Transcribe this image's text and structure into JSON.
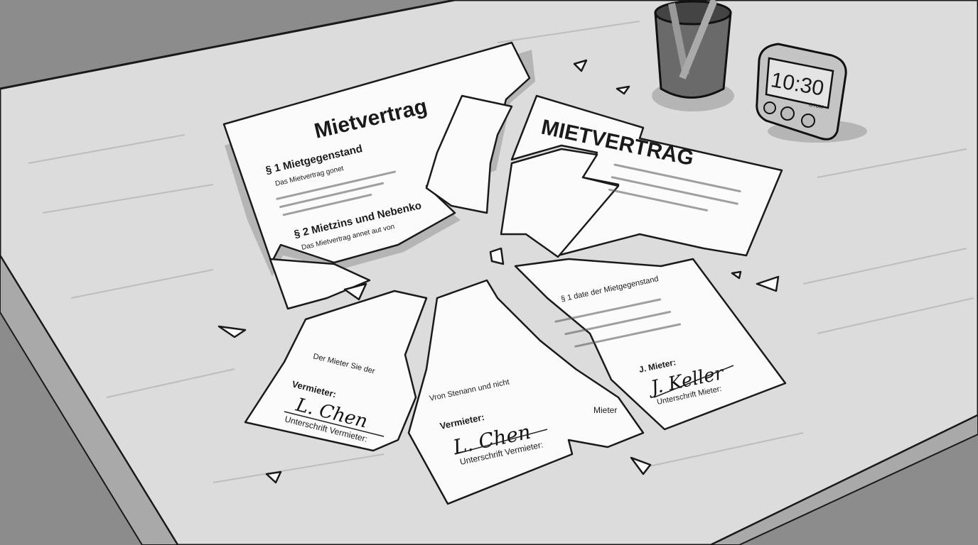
{
  "clock": {
    "time": "10:30",
    "unit": "GTUM"
  },
  "pieces": {
    "left_top": {
      "title": "Mietvertrag",
      "section1": "§ 1 Mietgegenstand",
      "section2": "§ 2 Mietzins und Nebenko",
      "body1": "Das Mietvertrag gonet",
      "body2": "Das Mietvertrag annet aut von"
    },
    "right_top": {
      "title": "MIETVERTRAG"
    },
    "bottom_left": {
      "line1": "Der Mieter Sie der",
      "label": "Vermieter:",
      "signature": "L. Chen",
      "caption": "Unterschrift Vermieter:"
    },
    "bottom_center": {
      "line1": "Vron Stenann und nicht",
      "label": "Vermieter:",
      "signature": "L. Chen",
      "caption": "Unterschrift Vermieter:",
      "tag": "Mieter"
    },
    "bottom_right": {
      "section": "§ 1 date der Mietgegenstand",
      "label": "J. Mieter:",
      "signature": "J. Keller",
      "caption": "Unterschrift Mieter:"
    }
  },
  "colors": {
    "desk": "#dcdcdc",
    "wall": "#8c8c8c",
    "paper": "#fbfbfb",
    "ink": "#1a1a1a"
  }
}
